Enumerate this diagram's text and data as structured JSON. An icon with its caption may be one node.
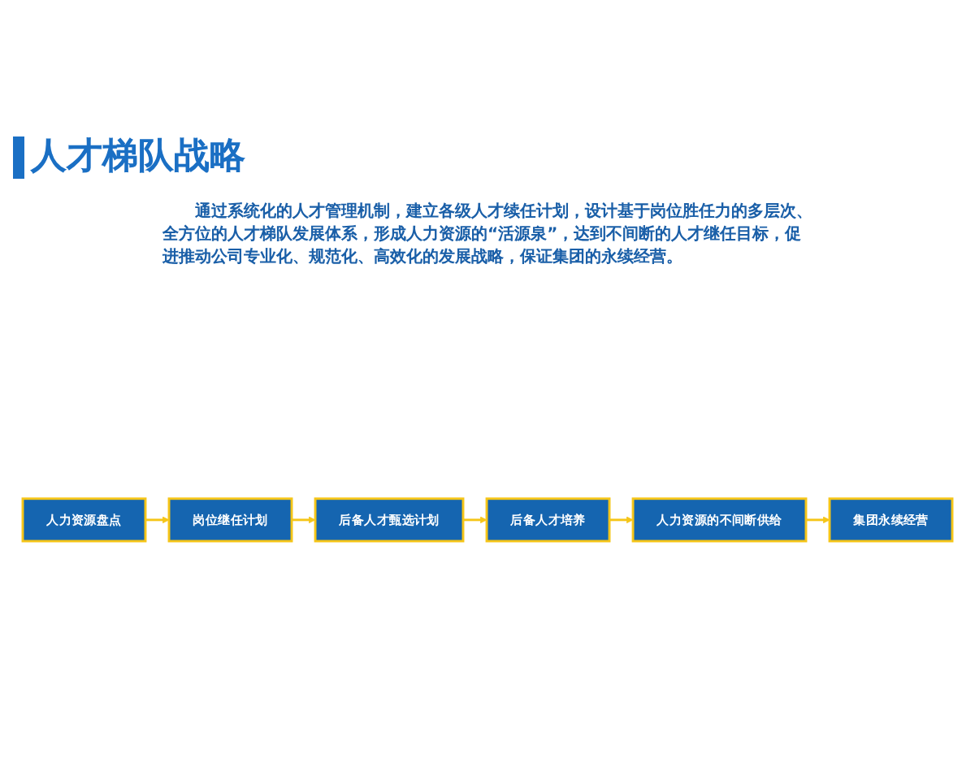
{
  "diagram": {
    "title": "人才梯队战略",
    "nodes": [
      {
        "text": [
          "人力资源盘点"
        ]
      },
      {
        "text": [
          "岗位继任计划"
        ]
      },
      {
        "text": [
          "后备人才甄选计划"
        ]
      },
      {
        "text": [
          "后备人才培养"
        ]
      },
      {
        "text": [
          "人力资源的不间断供给"
        ]
      },
      {
        "text": [
          "集团永续经营"
        ]
      }
    ],
    "edges": [
      {
        "from": 0,
        "to": 1,
        "arrow": "to"
      },
      {
        "from": 1,
        "to": 2,
        "arrow": "to"
      },
      {
        "from": 2,
        "to": 3,
        "arrow": "to"
      },
      {
        "from": 3,
        "to": 4,
        "arrow": "to"
      },
      {
        "from": 4,
        "to": 5,
        "arrow": "to"
      }
    ],
    "labels": [
      "通过系统化的人才管理机制，建立各级人才续任计划，设计基于岗位胜任力的多层次、全方位的人才梯队发展体系，形成人力资源的“活源泉”，达到不间断的人才继任目标，促进推动公司专业化、规范化、高效化的发展战略，保证集团的永续经营。"
    ]
  }
}
